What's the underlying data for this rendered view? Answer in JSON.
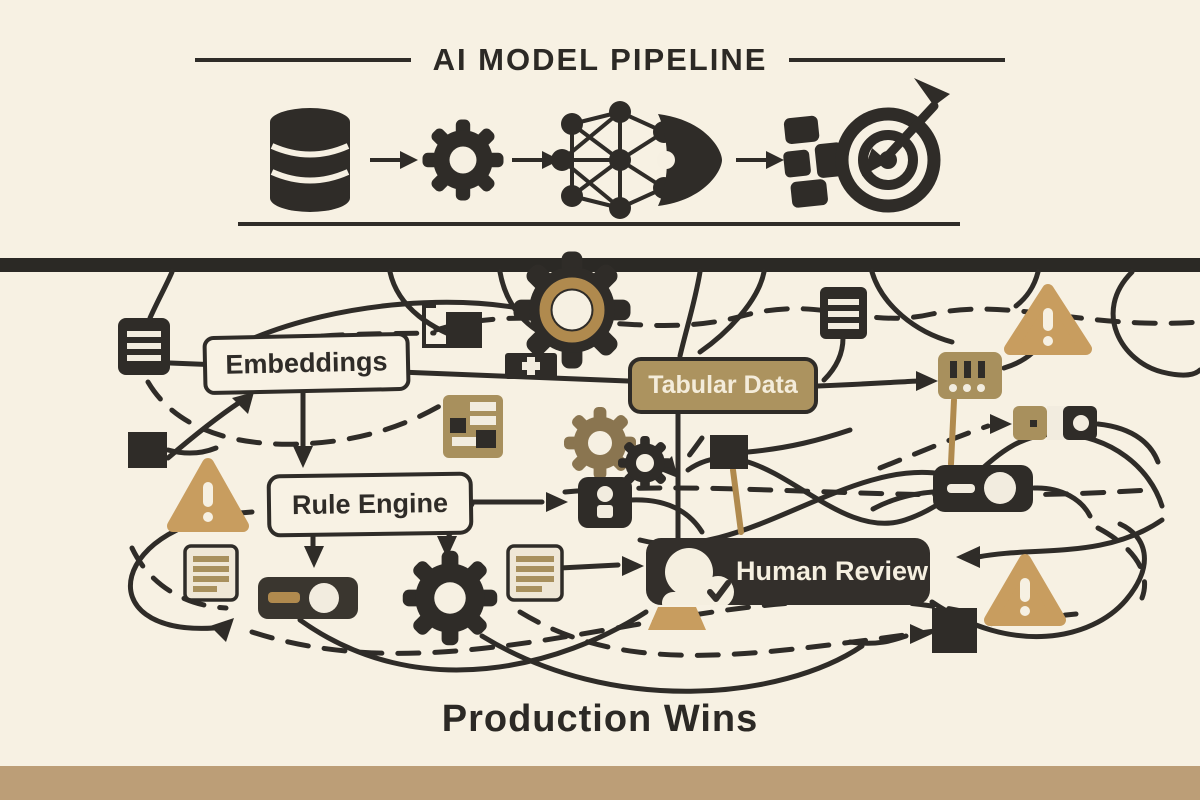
{
  "header": {
    "title": "AI MODEL PIPELINE",
    "stage_icons": [
      "database-icon",
      "gear-icon",
      "neural-network-icon",
      "chart-blocks-icon",
      "target-arrow-icon"
    ]
  },
  "tangle": {
    "labels": {
      "embeddings": "Embeddings",
      "tabular_data": "Tabular Data",
      "rule_engine": "Rule Engine",
      "human_review": "Human Review"
    },
    "icons": [
      "gear-icon",
      "list-icon",
      "plus-module-icon",
      "document-icon",
      "server-lights-icon",
      "warning-triangle-icon",
      "toggle-pill-icon",
      "square-node-icon",
      "data-table-icon",
      "padlock-icon",
      "projector-icon",
      "clipboard-icon",
      "toggle-switch-icon",
      "person-check-icon",
      "bracket-square-icon"
    ]
  },
  "caption": "Production Wins",
  "colors": {
    "background": "#f7f1e3",
    "ink": "#2f2c28",
    "gold": "#c89d5f",
    "tan_box": "#ac935f",
    "tan_icon": "#a8905d",
    "footer_band": "#bc9e77"
  }
}
